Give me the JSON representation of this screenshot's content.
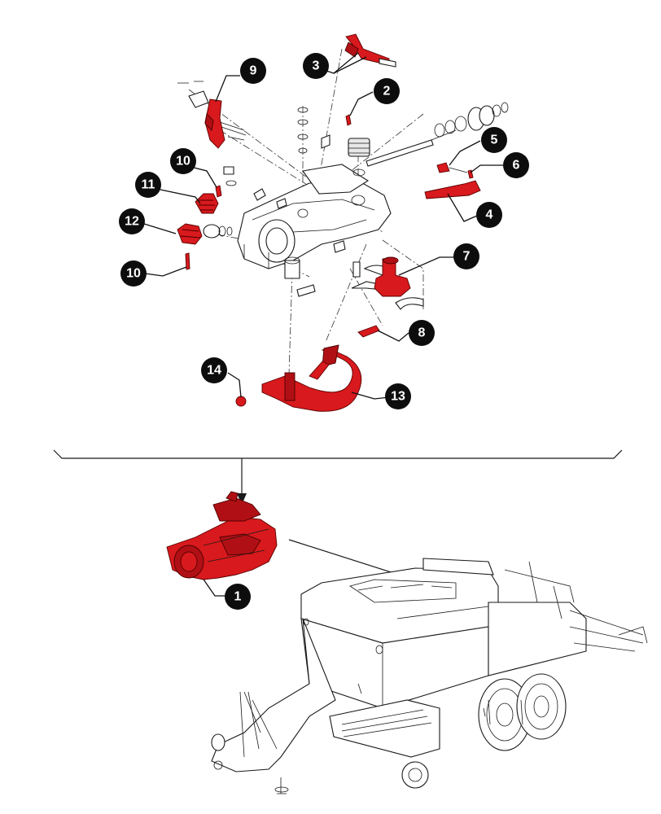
{
  "callouts": [
    {
      "id": "c1",
      "label": "1"
    },
    {
      "id": "c2",
      "label": "2"
    },
    {
      "id": "c3",
      "label": "3"
    },
    {
      "id": "c4",
      "label": "4"
    },
    {
      "id": "c5",
      "label": "5"
    },
    {
      "id": "c6",
      "label": "6"
    },
    {
      "id": "c7",
      "label": "7"
    },
    {
      "id": "c8",
      "label": "8"
    },
    {
      "id": "c9",
      "label": "9"
    },
    {
      "id": "c10a",
      "label": "10"
    },
    {
      "id": "c10b",
      "label": "10"
    },
    {
      "id": "c11",
      "label": "11"
    },
    {
      "id": "c12",
      "label": "12"
    },
    {
      "id": "c13",
      "label": "13"
    },
    {
      "id": "c14",
      "label": "14"
    }
  ],
  "colors": {
    "highlight": "#d8191d",
    "line": "#1a1a1a",
    "callout_fill": "#0d0d0d",
    "callout_text": "#ffffff"
  }
}
